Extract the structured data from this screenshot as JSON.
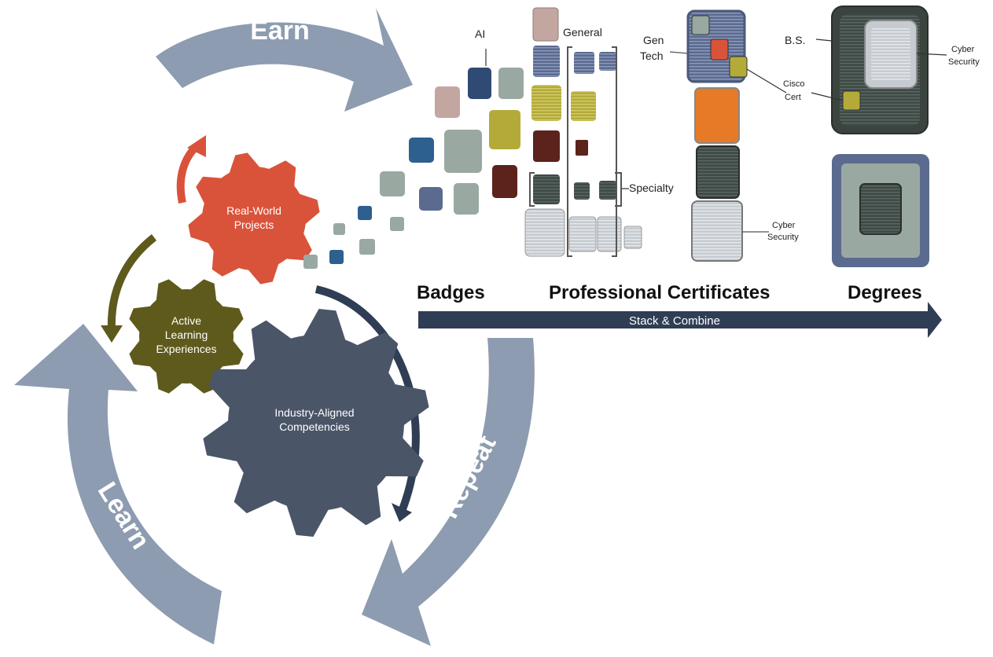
{
  "cycle": {
    "earn": "Earn",
    "learn": "Learn",
    "repeat": "Repeat"
  },
  "gears": {
    "real_world": [
      "Real-World",
      "Projects"
    ],
    "active_learning": [
      "Active",
      "Learning",
      "Experiences"
    ],
    "industry": [
      "Industry-Aligned",
      "Competencies"
    ]
  },
  "labels": {
    "ai": "AI",
    "general": "General",
    "specialty": "Specialty",
    "gen_tech": [
      "Gen",
      "Tech"
    ],
    "cisco_cert": [
      "Cisco",
      "Cert"
    ],
    "cyber_security_cert": [
      "Cyber",
      "Security"
    ],
    "bs": "B.S.",
    "cyber_security_degree": [
      "Cyber",
      "Security"
    ]
  },
  "headings": {
    "badges": "Badges",
    "professional_certificates": "Professional Certificates",
    "degrees": "Degrees"
  },
  "progress_bar": {
    "label": "Stack & Combine"
  },
  "colors": {
    "arrow_gray_blue": "#8d9cb0",
    "gear_red": "#d9533a",
    "gear_olive": "#5e5a1c",
    "gear_slate": "#4a5568",
    "dark_navy": "#2f3d55",
    "badge_navy": "#2f4a73",
    "badge_sage": "#9aa8a2",
    "badge_pink": "#c4a6a0",
    "badge_olive": "#b3aa3a",
    "badge_maroon": "#5b231c",
    "badge_blue": "#2d5f8f",
    "cert_orange": "#e67a26",
    "cert_dark": "#3f4a46",
    "degree_dark": "#3b443f"
  }
}
